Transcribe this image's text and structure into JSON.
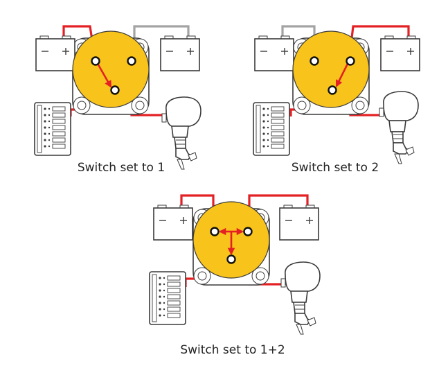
{
  "colors": {
    "wire_active": "#e32024",
    "wire_inactive": "#a3a3a3",
    "switch_face": "#f8c31a"
  },
  "panels": [
    {
      "caption": "Switch set to 1"
    },
    {
      "caption": "Switch set to 2"
    },
    {
      "caption": "Switch set to 1+2"
    }
  ],
  "battery_labels": {
    "negative": "−",
    "positive": "+"
  }
}
